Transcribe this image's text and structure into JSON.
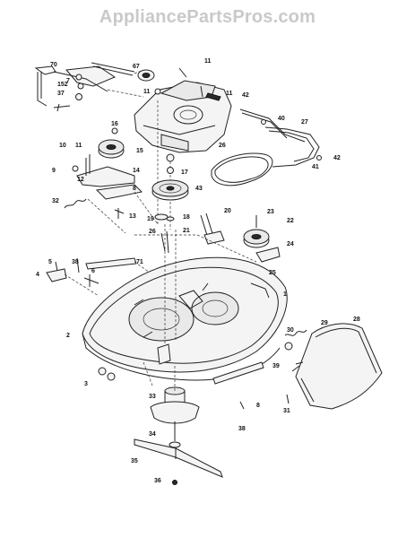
{
  "watermark": "AppliancePartsPros.com",
  "callouts": [
    {
      "id": "c70",
      "text": "70"
    },
    {
      "id": "c67",
      "text": "67"
    },
    {
      "id": "c11a",
      "text": "11"
    },
    {
      "id": "c7a",
      "text": "7"
    },
    {
      "id": "c152",
      "text": "152"
    },
    {
      "id": "c37",
      "text": "37"
    },
    {
      "id": "c11b",
      "text": "11"
    },
    {
      "id": "c11c",
      "text": "11"
    },
    {
      "id": "c42a",
      "text": "42"
    },
    {
      "id": "c40",
      "text": "40"
    },
    {
      "id": "c27",
      "text": "27"
    },
    {
      "id": "c16",
      "text": "16"
    },
    {
      "id": "c10",
      "text": "10"
    },
    {
      "id": "c11d",
      "text": "11"
    },
    {
      "id": "c15",
      "text": "15"
    },
    {
      "id": "c26a",
      "text": "26"
    },
    {
      "id": "c42b",
      "text": "42"
    },
    {
      "id": "c41",
      "text": "41"
    },
    {
      "id": "c9a",
      "text": "9"
    },
    {
      "id": "c14",
      "text": "14"
    },
    {
      "id": "c12",
      "text": "12"
    },
    {
      "id": "c8a",
      "text": "8"
    },
    {
      "id": "c17",
      "text": "17"
    },
    {
      "id": "c43",
      "text": "43"
    },
    {
      "id": "c32",
      "text": "32"
    },
    {
      "id": "c13",
      "text": "13"
    },
    {
      "id": "c19",
      "text": "19"
    },
    {
      "id": "c18",
      "text": "18"
    },
    {
      "id": "c20",
      "text": "20"
    },
    {
      "id": "c23",
      "text": "23"
    },
    {
      "id": "c22",
      "text": "22"
    },
    {
      "id": "c21",
      "text": "21"
    },
    {
      "id": "c26b",
      "text": "26"
    },
    {
      "id": "c24",
      "text": "24"
    },
    {
      "id": "c5",
      "text": "5"
    },
    {
      "id": "c38a",
      "text": "38"
    },
    {
      "id": "c71",
      "text": "71"
    },
    {
      "id": "c25",
      "text": "25"
    },
    {
      "id": "c4",
      "text": "4"
    },
    {
      "id": "c6",
      "text": "6"
    },
    {
      "id": "c1",
      "text": "1"
    },
    {
      "id": "c2",
      "text": "2"
    },
    {
      "id": "c30",
      "text": "30"
    },
    {
      "id": "c29",
      "text": "29"
    },
    {
      "id": "c28",
      "text": "28"
    },
    {
      "id": "c3",
      "text": "3"
    },
    {
      "id": "c39",
      "text": "39"
    },
    {
      "id": "c33",
      "text": "33"
    },
    {
      "id": "c31",
      "text": "31"
    },
    {
      "id": "c8b",
      "text": "8"
    },
    {
      "id": "c38b",
      "text": "38"
    },
    {
      "id": "c34",
      "text": "34"
    },
    {
      "id": "c35",
      "text": "35"
    },
    {
      "id": "c36",
      "text": "36"
    }
  ]
}
